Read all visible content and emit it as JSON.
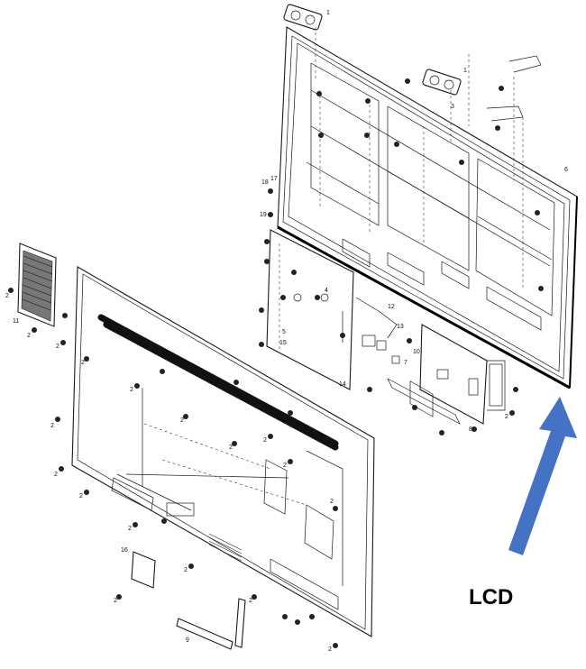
{
  "diagram": {
    "callout_label": "LCD",
    "arrow_color": "#4472C4",
    "line_color": "#1a1a1a",
    "part_numbers": [
      "1",
      "1",
      "2",
      "3",
      "4",
      "5",
      "6",
      "7",
      "8",
      "9",
      "10",
      "11",
      "12",
      "13",
      "14",
      "15",
      "16",
      "17",
      "18",
      "19",
      "2",
      "2",
      "2",
      "2",
      "2",
      "2",
      "2",
      "2",
      "2",
      "2",
      "2",
      "2",
      "2",
      "2",
      "2",
      "2",
      "2",
      "2"
    ]
  }
}
